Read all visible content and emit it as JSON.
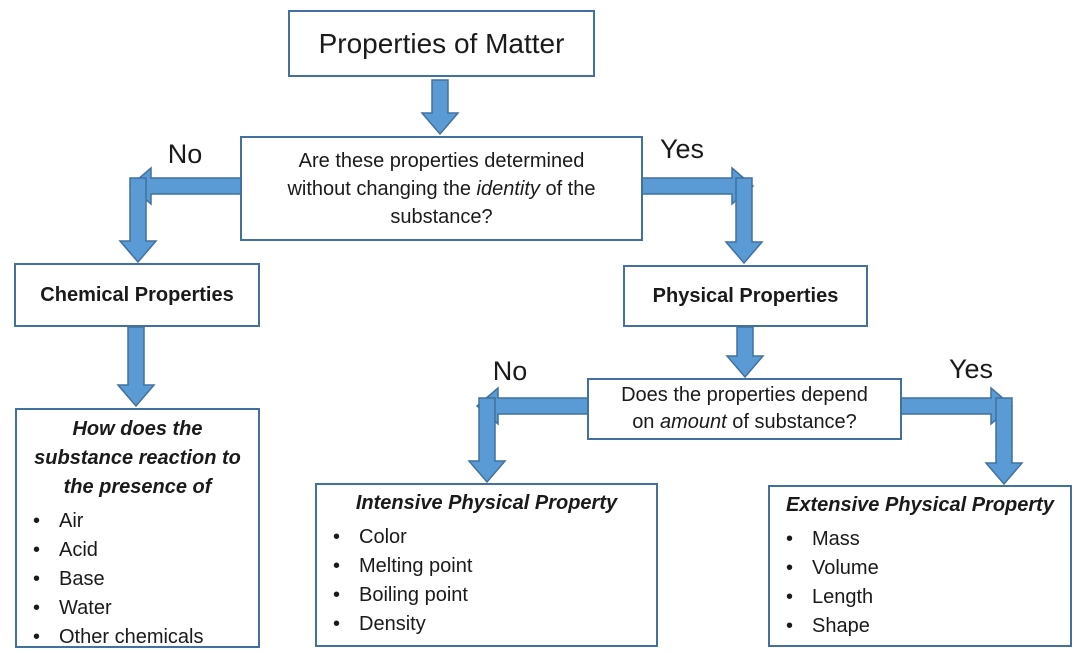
{
  "colors": {
    "arrow_fill": "#5B9BD5",
    "arrow_stroke": "#41719C",
    "box_border": "#41719C",
    "text": "#1A1A1A"
  },
  "title": {
    "label": "Properties of Matter"
  },
  "question1": {
    "line1": "Are these properties determined",
    "line2_pre": "without changing the ",
    "line2_italic": "identity",
    "line2_post": " of the",
    "line3": "substance?"
  },
  "labels": {
    "no1": "No",
    "yes1": "Yes",
    "no2": "No",
    "yes2": "Yes"
  },
  "chemical": {
    "label": "Chemical Properties"
  },
  "physical": {
    "label": "Physical Properties"
  },
  "question2": {
    "line1": "Does the properties depend",
    "line2_pre": "on ",
    "line2_italic": "amount",
    "line2_post": " of substance?"
  },
  "chemical_detail": {
    "heading_line1": "How does the",
    "heading_line2": "substance reaction to",
    "heading_line3": "the presence of",
    "items": [
      "Air",
      "Acid",
      "Base",
      "Water",
      "Other chemicals"
    ]
  },
  "intensive": {
    "heading": "Intensive Physical Property",
    "items": [
      "Color",
      "Melting point",
      "Boiling point",
      "Density"
    ]
  },
  "extensive": {
    "heading": "Extensive Physical Property",
    "items": [
      "Mass",
      "Volume",
      "Length",
      "Shape"
    ]
  }
}
